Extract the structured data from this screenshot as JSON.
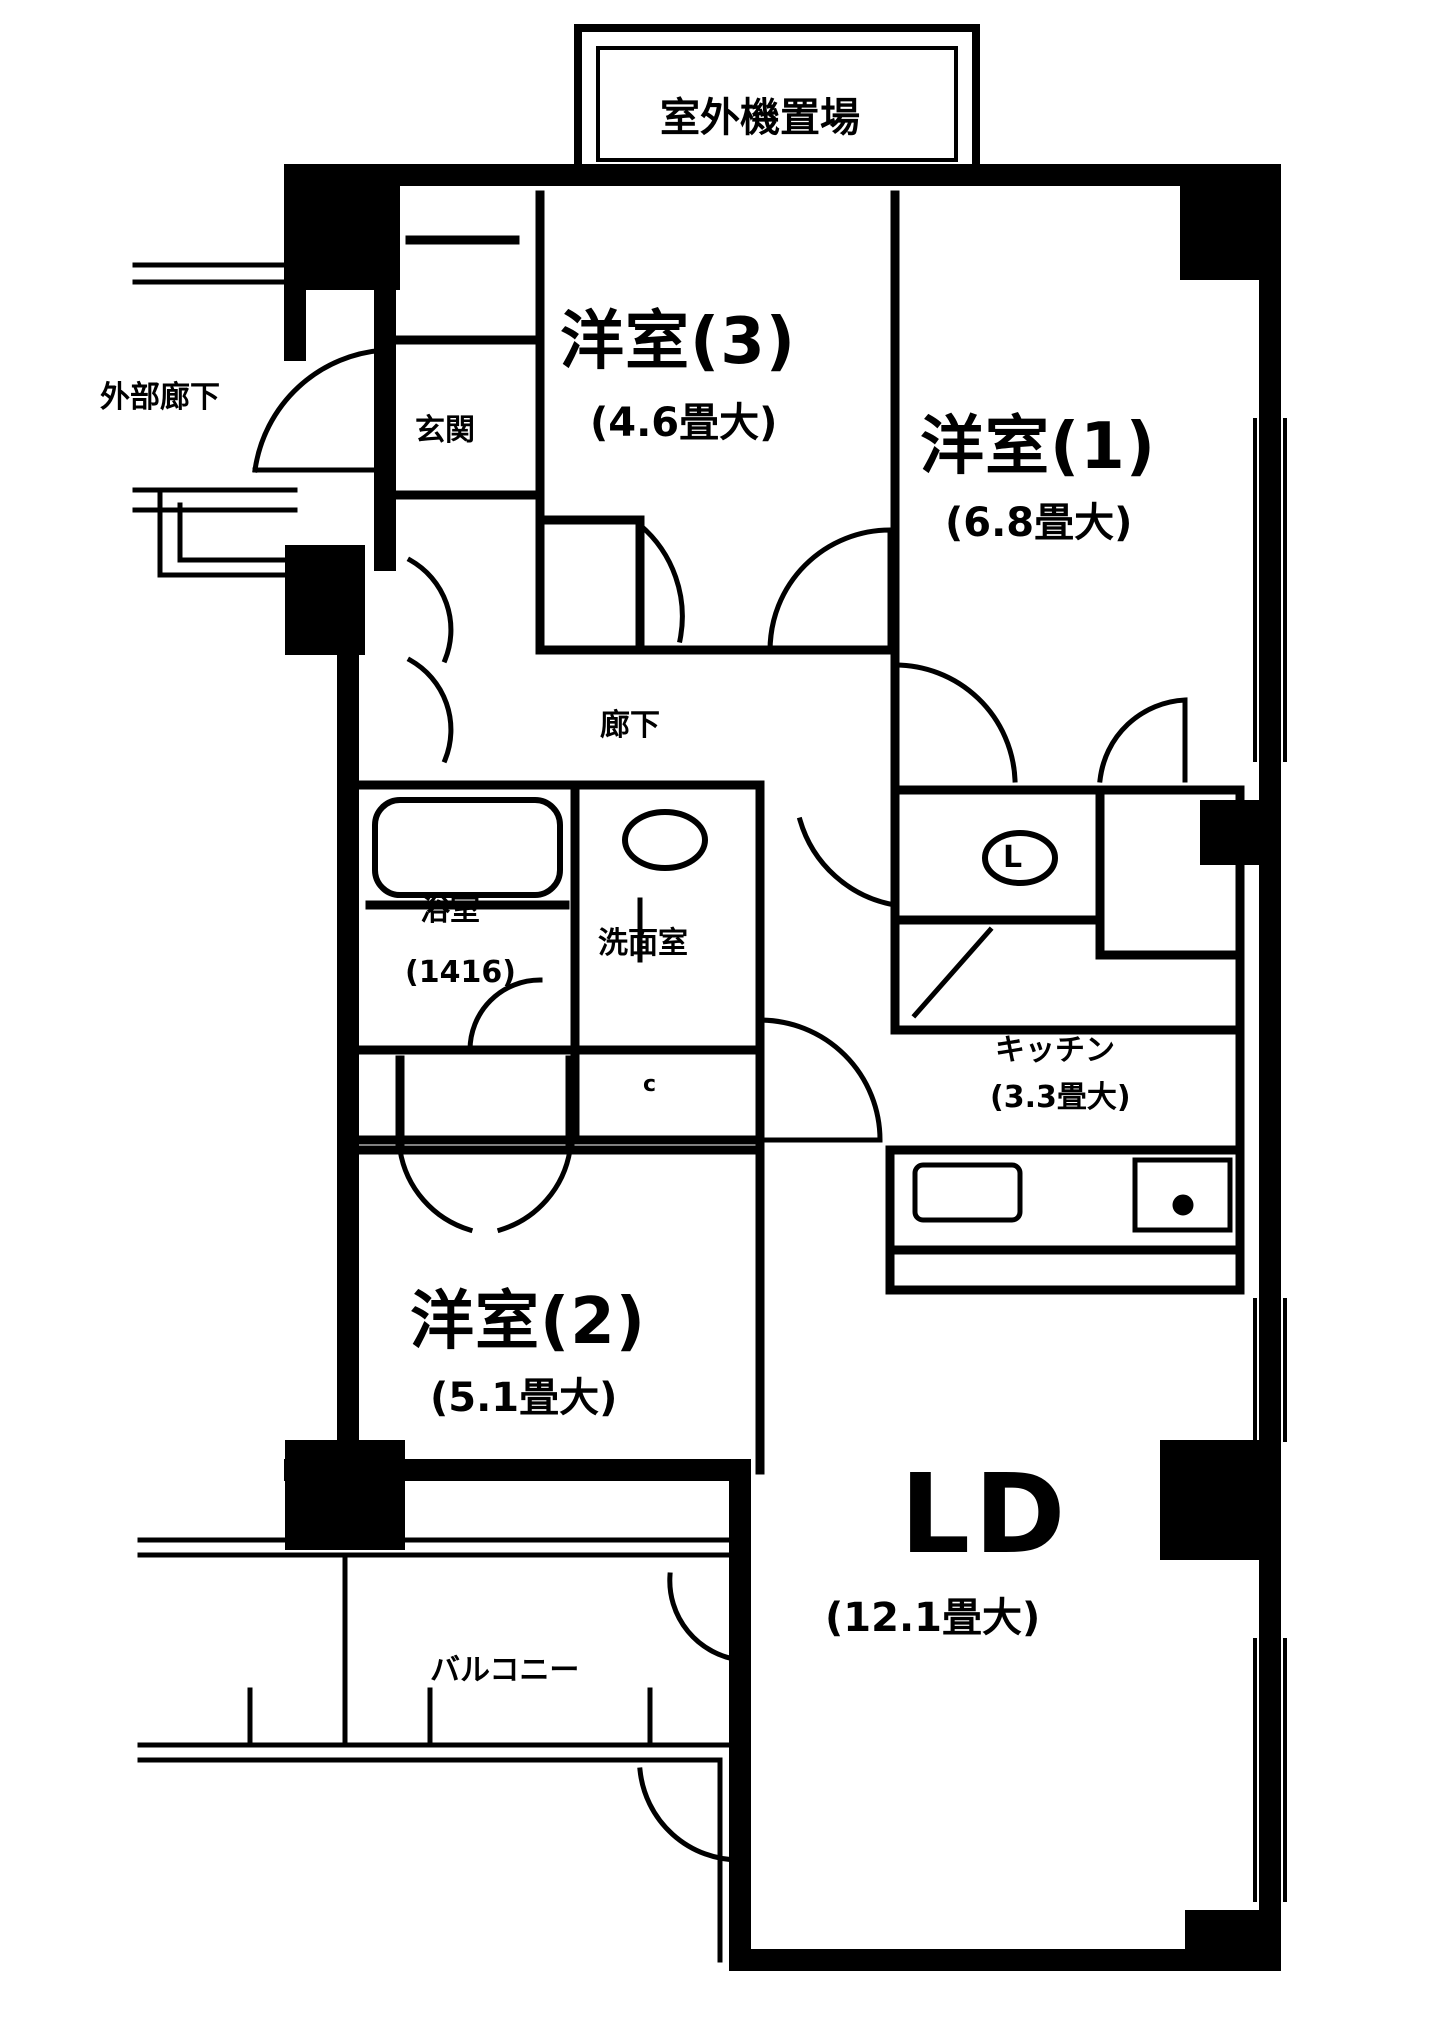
{
  "rooms": {
    "outdoor_unit": "室外機置場",
    "western3_name": "洋室(3)",
    "western3_size": "(4.6畳大)",
    "western1_name": "洋室(1)",
    "western1_size": "(6.8畳大)",
    "entrance": "玄関",
    "outer_corridor": "外部廊下",
    "hallway": "廊下",
    "bath_name": "浴室",
    "bath_size": "(1416)",
    "washroom": "洗面室",
    "kitchen_name": "キッチン",
    "kitchen_size": "(3.3畳大)",
    "western2_name": "洋室(2)",
    "western2_size": "(5.1畳大)",
    "ld_name": "LD",
    "ld_size": "(12.1畳大)",
    "balcony": "バルコニー"
  },
  "fixtures": {
    "toilet_mark": "L",
    "closet_mark": "c"
  }
}
